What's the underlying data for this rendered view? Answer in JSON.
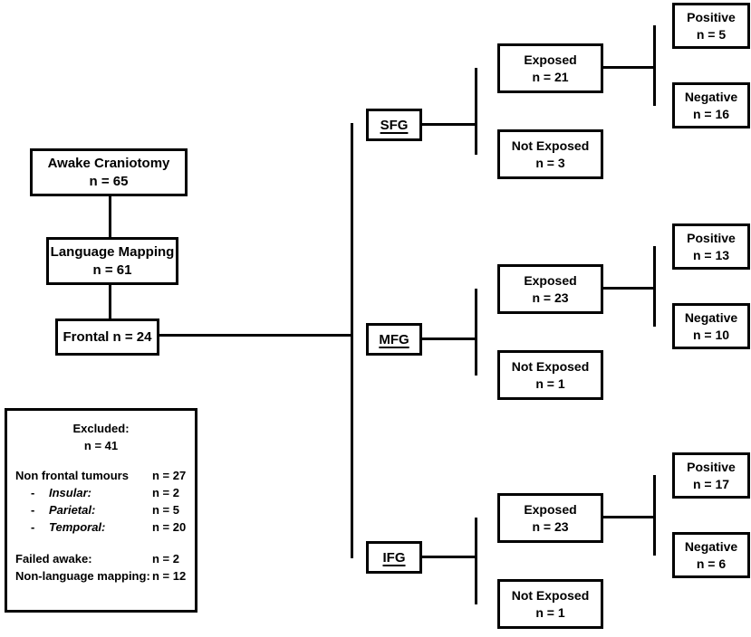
{
  "flow": {
    "awake": {
      "title": "Awake Craniotomy",
      "n": "n = 65"
    },
    "language": {
      "title": "Language Mapping",
      "n": "n = 61"
    },
    "frontal": {
      "title": "Frontal n = 24"
    },
    "excluded": {
      "title": "Excluded:",
      "n": "n = 41",
      "bullet": "-",
      "rows": [
        {
          "label": "Non frontal tumours",
          "value": "n = 27"
        },
        {
          "label": "Insular:",
          "value": "n = 2"
        },
        {
          "label": "Parietal:",
          "value": "n = 5"
        },
        {
          "label": "Temporal:",
          "value": "n = 20"
        },
        {
          "label": "Failed awake:",
          "value": "n = 2"
        },
        {
          "label": "Non-language mapping:",
          "value": "n = 12"
        }
      ]
    },
    "branches": [
      {
        "gyrus": "SFG",
        "exposed_title": "Exposed",
        "exposed_n": "n = 21",
        "not_exposed_title": "Not Exposed",
        "not_exposed_n": "n = 3",
        "positive_title": "Positive",
        "positive_n": "n = 5",
        "negative_title": "Negative",
        "negative_n": "n = 16"
      },
      {
        "gyrus": "MFG",
        "exposed_title": "Exposed",
        "exposed_n": "n = 23",
        "not_exposed_title": "Not Exposed",
        "not_exposed_n": "n = 1",
        "positive_title": "Positive",
        "positive_n": "n = 13",
        "negative_title": "Negative",
        "negative_n": "n = 10"
      },
      {
        "gyrus": "IFG",
        "exposed_title": "Exposed",
        "exposed_n": "n = 23",
        "not_exposed_title": "Not Exposed",
        "not_exposed_n": "n = 1",
        "positive_title": "Positive",
        "positive_n": "n = 17",
        "negative_title": "Negative",
        "negative_n": "n = 6"
      }
    ],
    "colors": {
      "line": "#000000",
      "box_border": "#000000",
      "background": "#ffffff",
      "text": "#000000"
    }
  }
}
